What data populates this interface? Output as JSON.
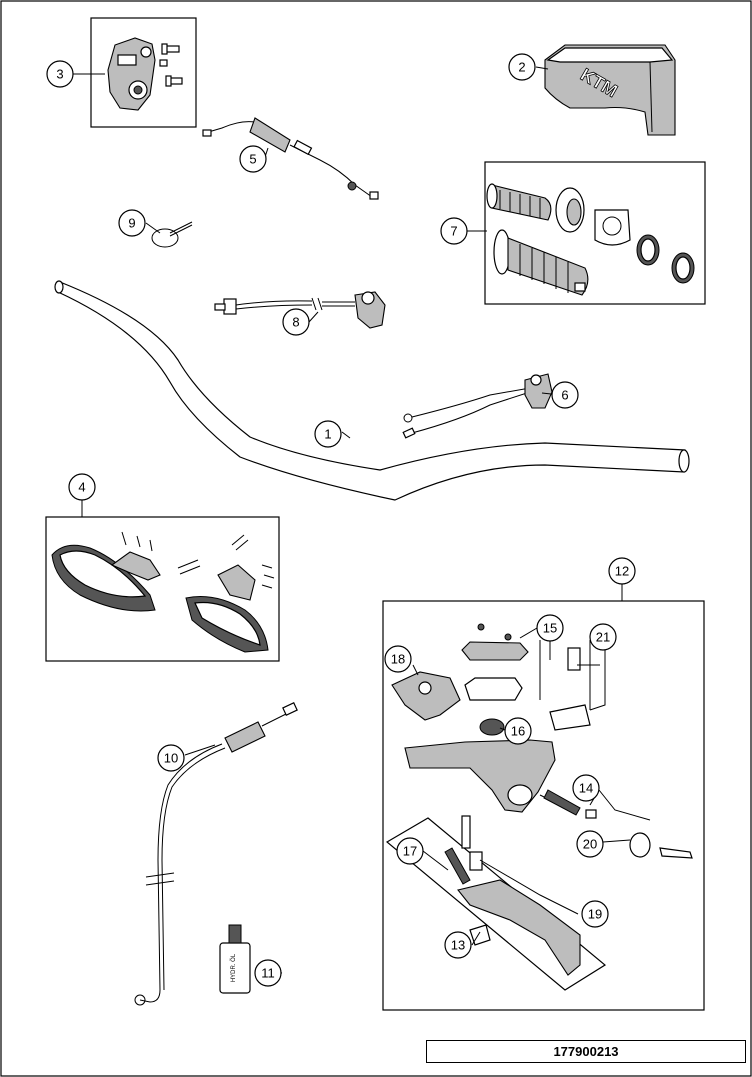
{
  "diagram": {
    "reference_number": "177900213",
    "callouts": [
      "1",
      "2",
      "3",
      "4",
      "5",
      "6",
      "7",
      "8",
      "9",
      "10",
      "11",
      "12",
      "13",
      "14",
      "15",
      "16",
      "17",
      "18",
      "19",
      "20",
      "21"
    ],
    "logo_text": "KTM",
    "bottle_label": "HYDR. ÖL"
  }
}
